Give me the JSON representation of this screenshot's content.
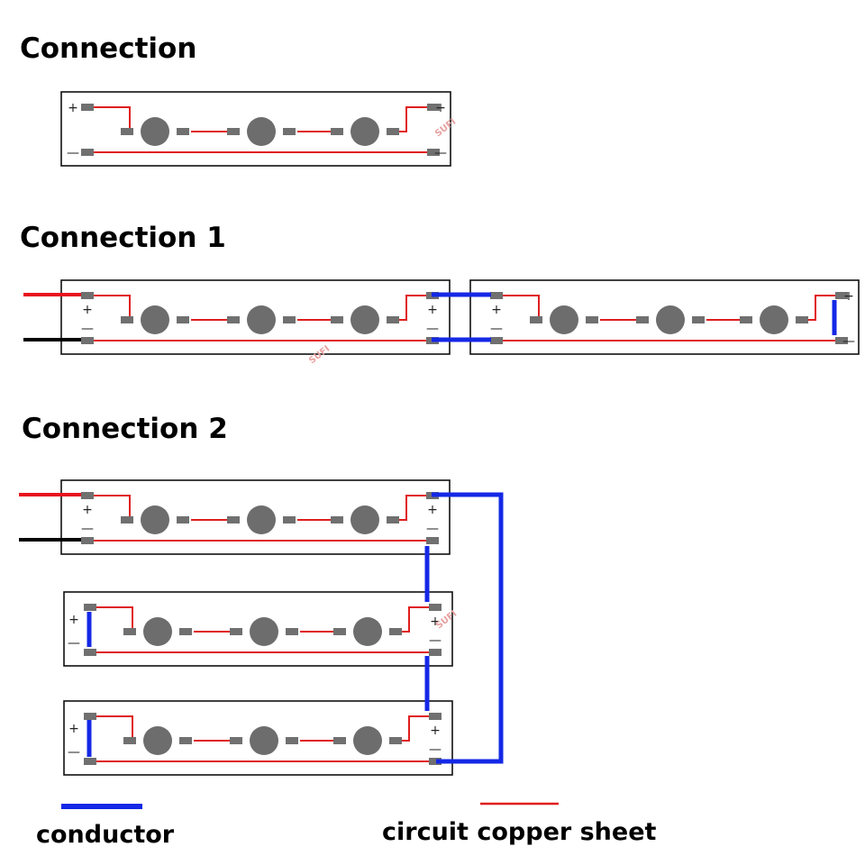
{
  "headings": {
    "connection": "Connection",
    "connection1": "Connection 1",
    "connection2": "Connection 2"
  },
  "signs": {
    "plus": "+",
    "minus": "—"
  },
  "legend": {
    "conductor_label": "conductor",
    "copper_label": "circuit copper sheet"
  },
  "watermark": "SUFI",
  "colors": {
    "copper_trace": "#e01e1e",
    "conductor": "#1428e6",
    "pad": "#707070",
    "led": "#6d6d6d",
    "power_positive": "#e8141e",
    "power_negative": "#000000",
    "module_border": "#111111",
    "watermark": "#e8a0a0"
  }
}
